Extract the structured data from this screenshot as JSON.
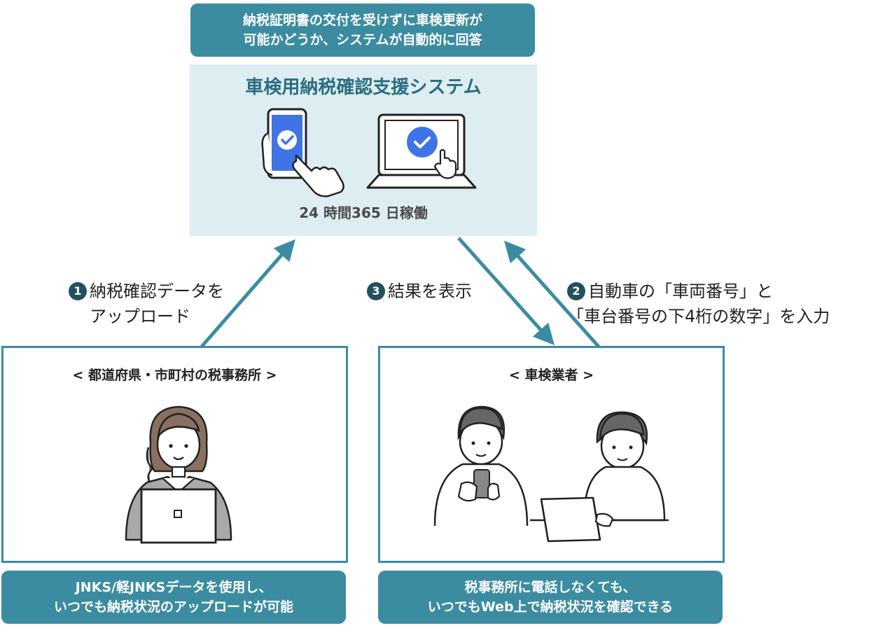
{
  "top_banner": {
    "line1": "納税証明書の交付を受けずに車検更新が",
    "line2": "可能かどうか、システムが自動的に回答"
  },
  "system": {
    "title": "車検用納税確認支援システム",
    "hours": "24 時間365 日稼働"
  },
  "steps": {
    "step1": {
      "num": "1",
      "line1": "納税確認データを",
      "line2": "アップロード"
    },
    "step2": {
      "num": "2",
      "line1": "自動車の「車両番号」と",
      "line2": "「車台番号の下4桁の数字」を入力"
    },
    "step3": {
      "num": "3",
      "line1": "結果を表示"
    }
  },
  "left_box": {
    "title": "< 都道府県・市町村の税事務所 >",
    "banner_line1": "JNKS/軽JNKSデータを使用し、",
    "banner_line2": "いつでも納税状況のアップロードが可能"
  },
  "right_box": {
    "title": "< 車検業者 >",
    "banner_line1": "税事務所に電話しなくても、",
    "banner_line2": "いつでもWeb上で納税状況を確認できる"
  },
  "icons": {
    "phone": "smartphone-check-icon",
    "laptop": "laptop-check-icon",
    "official": "office-worker-icon",
    "inspector_phone": "person-with-phone-icon",
    "inspector_laptop": "person-with-laptop-icon"
  },
  "colors": {
    "teal": "#3b8ca1",
    "panel": "#deedf2",
    "check_blue": "#3f74e6"
  }
}
